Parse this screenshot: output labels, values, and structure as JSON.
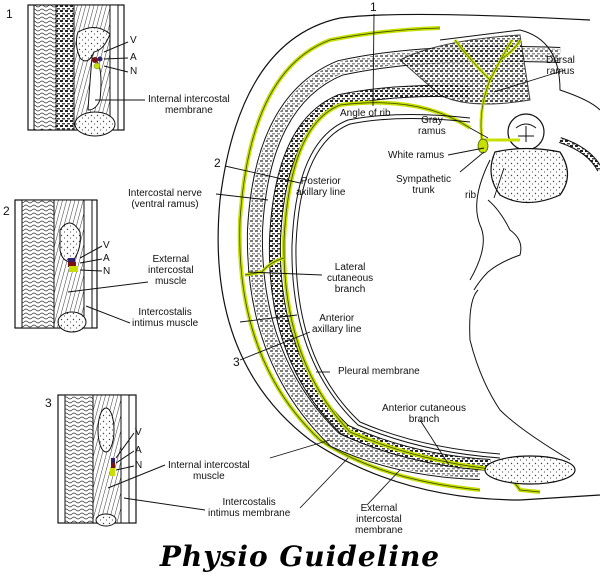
{
  "title": "Intercostal nerve, vessels and muscles — cross-section of thoracic wall",
  "colors": {
    "nerve": "#c8e000",
    "nerve_outline": "#3a4a00",
    "artery": "#7a1010",
    "vein": "#30206a",
    "ink": "#111111"
  },
  "insets": [
    {
      "number": "1",
      "v": "V",
      "a": "A",
      "n": "N"
    },
    {
      "number": "2",
      "v": "V",
      "a": "A",
      "n": "N"
    },
    {
      "number": "3",
      "v": "V",
      "a": "A",
      "n": "N"
    }
  ],
  "labels": {
    "internal_intercostal_membrane": [
      "Internal intercostal",
      "membrane"
    ],
    "intercostal_nerve": [
      "Intercostal nerve",
      "(ventral ramus)"
    ],
    "external_intercostal_muscle": [
      "External",
      "intercostal",
      "muscle"
    ],
    "intercostalis_intimus_muscle": [
      "Intercostalis",
      "intimus muscle"
    ],
    "internal_intercostal_muscle": [
      "Internal intercostal",
      "muscle"
    ],
    "intercostalis_intimus_membrane": [
      "Intercostalis",
      "intimus membrane"
    ],
    "angle_of_rib": "Angle of rib",
    "dorsal_ramus": [
      "Dorsal",
      "ramus"
    ],
    "gray_ramus": [
      "Gray",
      "ramus"
    ],
    "white_ramus": "White ramus",
    "sympathetic_trunk": [
      "Sympathetic",
      "trunk"
    ],
    "rib": "rib",
    "posterior_axillary_line": [
      "Posterior",
      "axillary line"
    ],
    "lateral_cutaneous_branch": [
      "Lateral",
      "cutaneous",
      "branch"
    ],
    "anterior_axillary_line": [
      "Anterior",
      "axillary line"
    ],
    "pleural_membrane": "Pleural membrane",
    "anterior_cutaneous_branch": [
      "Anterior cutaneous",
      "branch"
    ],
    "external_intercostal_membrane": [
      "External",
      "intercostal",
      "membrane"
    ]
  },
  "section_markers": [
    "1",
    "2",
    "3"
  ],
  "footer": "Physio Guideline"
}
